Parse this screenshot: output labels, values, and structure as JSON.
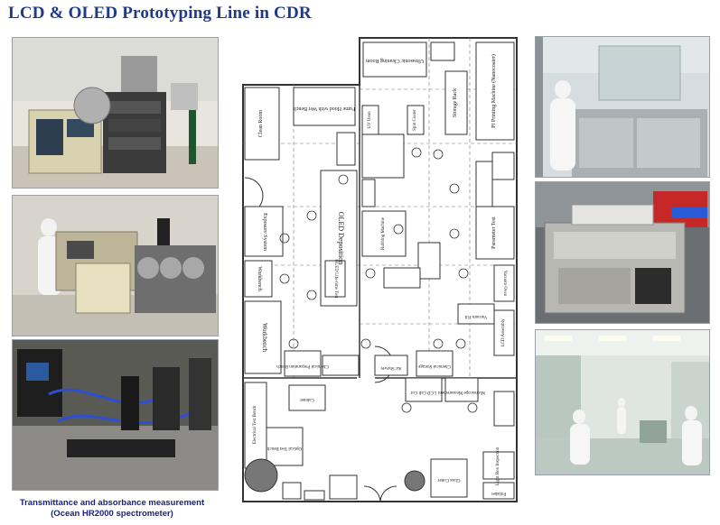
{
  "page": {
    "title": "LCD & OLED Prototyping Line in CDR",
    "caption_line1": "Transmittance and absorbance measurement",
    "caption_line2": "(Ocean HR2000 spectrometer)"
  },
  "floorplan": {
    "rooms": [
      {
        "id": "wet-bench-cleaning-room",
        "label": "Ultrasonic Cleaning Room"
      },
      {
        "id": "storage-rack",
        "label": "Storage Rack"
      },
      {
        "id": "ip-printing-machine",
        "label": "PI Printing Machine (Nanocoater)"
      },
      {
        "id": "fume-hood",
        "label": "Fume Hood with Wet Bench"
      },
      {
        "id": "clean-room",
        "label": "Clean Room"
      },
      {
        "id": "uv-curing",
        "label": "UV Oven"
      },
      {
        "id": "spin-coater",
        "label": "Spin Coater"
      },
      {
        "id": "oled-deposition",
        "label": "OLED Deposition"
      },
      {
        "id": "exposure-system",
        "label": "Exposure System"
      },
      {
        "id": "workbench-1",
        "label": "Workbench"
      },
      {
        "id": "workbench-2",
        "label": "Workbench"
      },
      {
        "id": "oled-lifetime",
        "label": "OLED Life-time Test"
      },
      {
        "id": "rubbing-machine",
        "label": "Rubbing Machine"
      },
      {
        "id": "parameter-test",
        "label": "Parameter Test"
      },
      {
        "id": "vacuum-oven",
        "label": "Vacuum Oven"
      },
      {
        "id": "vacuum-fill",
        "label": "Vacuum Fill"
      },
      {
        "id": "lcd-assembly",
        "label": "LCD Assembly"
      },
      {
        "id": "chemical-prep",
        "label": "Chemical Preparation Bench"
      },
      {
        "id": "air-shower",
        "label": "Air Shower"
      },
      {
        "id": "chemical-storage",
        "label": "Chemical Storage"
      },
      {
        "id": "microscope",
        "label": "Microscope Measurement"
      },
      {
        "id": "lcd-cell-cut",
        "label": "LCD Cell Cut"
      },
      {
        "id": "optical-test-bench",
        "label": "Optical Test Bench"
      },
      {
        "id": "electrical-test-bench",
        "label": "Electrical Test Bench"
      },
      {
        "id": "glass-cutter",
        "label": "Glass Cutter"
      },
      {
        "id": "light-box",
        "label": "Light Box Inspection"
      },
      {
        "id": "polisher",
        "label": "Polisher"
      },
      {
        "id": "cabinet",
        "label": "Cabinet"
      }
    ]
  }
}
